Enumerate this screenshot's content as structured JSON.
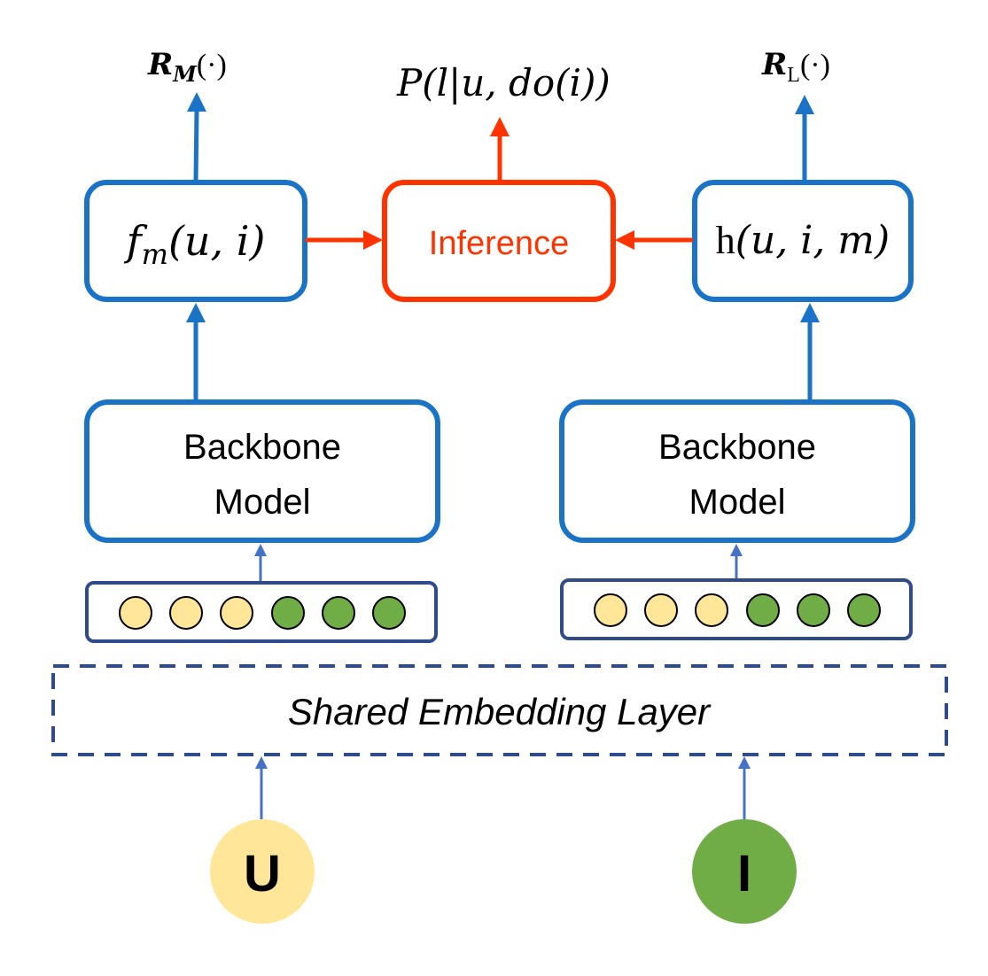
{
  "outputs": {
    "left": {
      "main": "R",
      "sub": "M",
      "paren": "(·)"
    },
    "center": "P(l|u, do(i))",
    "right": {
      "main": "R",
      "sub": "L",
      "paren": "(·)"
    }
  },
  "boxes": {
    "fm": {
      "f": "f",
      "sub": "m",
      "args": "(u, i)"
    },
    "inference": "Inference",
    "h": {
      "h": "h",
      "args": "(u, i, m)"
    },
    "backbone_left": [
      "Backbone",
      "Model"
    ],
    "backbone_right": [
      "Backbone",
      "Model"
    ]
  },
  "shared_layer": "Shared Embedding Layer",
  "nodes": {
    "user": "U",
    "item": "I"
  },
  "colors": {
    "blue": "#1a73c6",
    "navy": "#2f4b8a",
    "red": "#ff3300",
    "arrow_blue": "#4472c4",
    "yellow": "#ffe699",
    "green": "#70ad47"
  }
}
